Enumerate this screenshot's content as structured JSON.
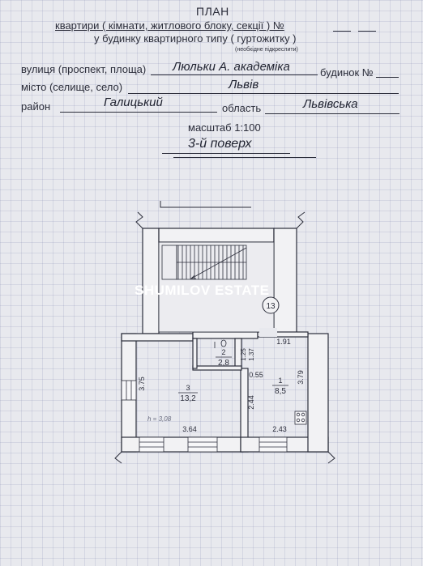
{
  "header": {
    "title": "ПЛАН",
    "line1": "квартири ( кімнати, житлового блоку, секції ) №",
    "line2": "у будинку квартирного типу ( гуртожитку )",
    "note": "(необхідне підкреслити)"
  },
  "address": {
    "street_label": "вулиця (проспект, площа)",
    "street_value": "Люльки А. академіка",
    "house_label": "будинок №",
    "city_label": "місто (селище, село)",
    "city_value": "Львів",
    "district_label": "район",
    "district_value": "Галицький",
    "region_label": "область",
    "region_value": "Львівська"
  },
  "scale": "масштаб 1:100",
  "floor": "3-й поверх",
  "watermark": "SHUMILOV ESTATE",
  "plan": {
    "stair_number": "13",
    "rooms": [
      {
        "id": "3",
        "area": "13,2"
      },
      {
        "id": "2",
        "area": "2,8"
      },
      {
        "id": "1",
        "area": "8,5"
      }
    ],
    "height_note": "h = 3,08",
    "dims": {
      "room3_height": "3.75",
      "room3_width": "3.64",
      "room2_a": "1.25",
      "room2_b": "1.37",
      "room1_top": "1.91",
      "room1_side": "3.79",
      "room1_bottom": "2.43",
      "corridor": "0.55",
      "passage": "2.44"
    }
  }
}
